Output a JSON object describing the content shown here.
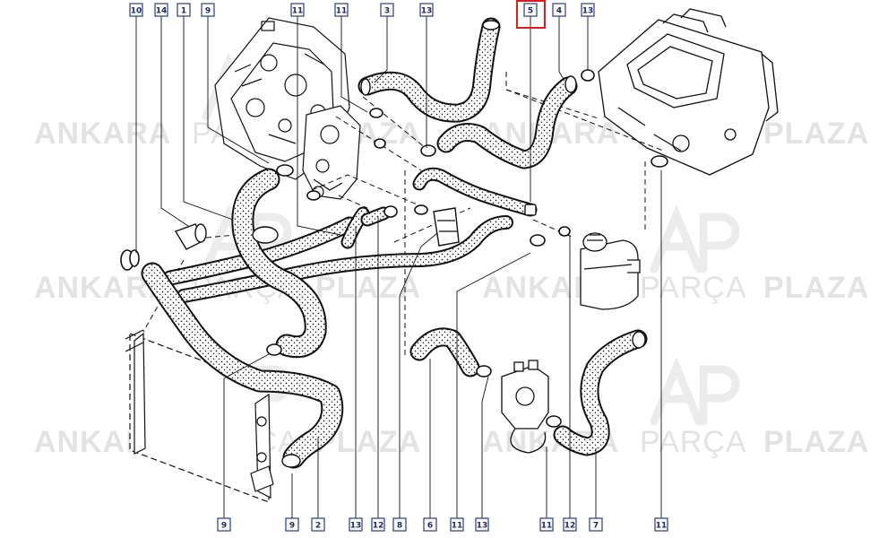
{
  "diagram": {
    "watermark": {
      "brand_left": "ANKARA",
      "brand_mid": "PARÇA",
      "brand_right": "PLAZA"
    },
    "highlighted_callout": "5",
    "top_callouts": [
      "10",
      "14",
      "1",
      "9",
      "11",
      "11",
      "3",
      "13",
      "5",
      "4",
      "13"
    ],
    "bottom_callouts": [
      "9",
      "9",
      "2",
      "13",
      "12",
      "8",
      "6",
      "11",
      "13",
      "11",
      "12",
      "7",
      "11"
    ],
    "colors": {
      "highlight": "#e01b1b",
      "callout_border": "#2b3c8a",
      "watermark": "#e3e3e3"
    }
  }
}
